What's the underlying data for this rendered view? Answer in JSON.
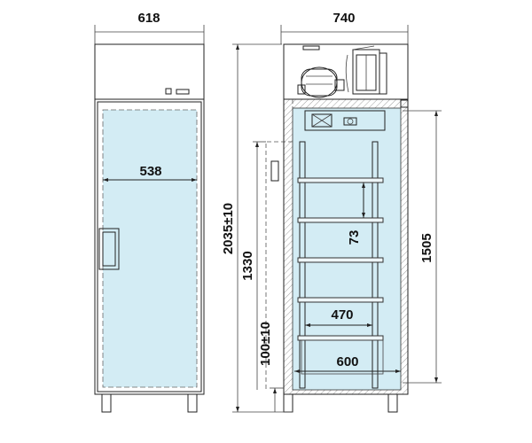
{
  "dimensions": {
    "front_width": "618",
    "side_depth": "740",
    "inner_width": "538",
    "total_height": "2035±10",
    "door_handle_height": "1330",
    "shelf_pitch": "73",
    "interior_height": "1505",
    "shelf_width": "470",
    "interior_depth": "600",
    "leg_height": "100±10"
  },
  "colors": {
    "glass": "#d3ecf4",
    "line": "#222222",
    "background": "#ffffff"
  }
}
